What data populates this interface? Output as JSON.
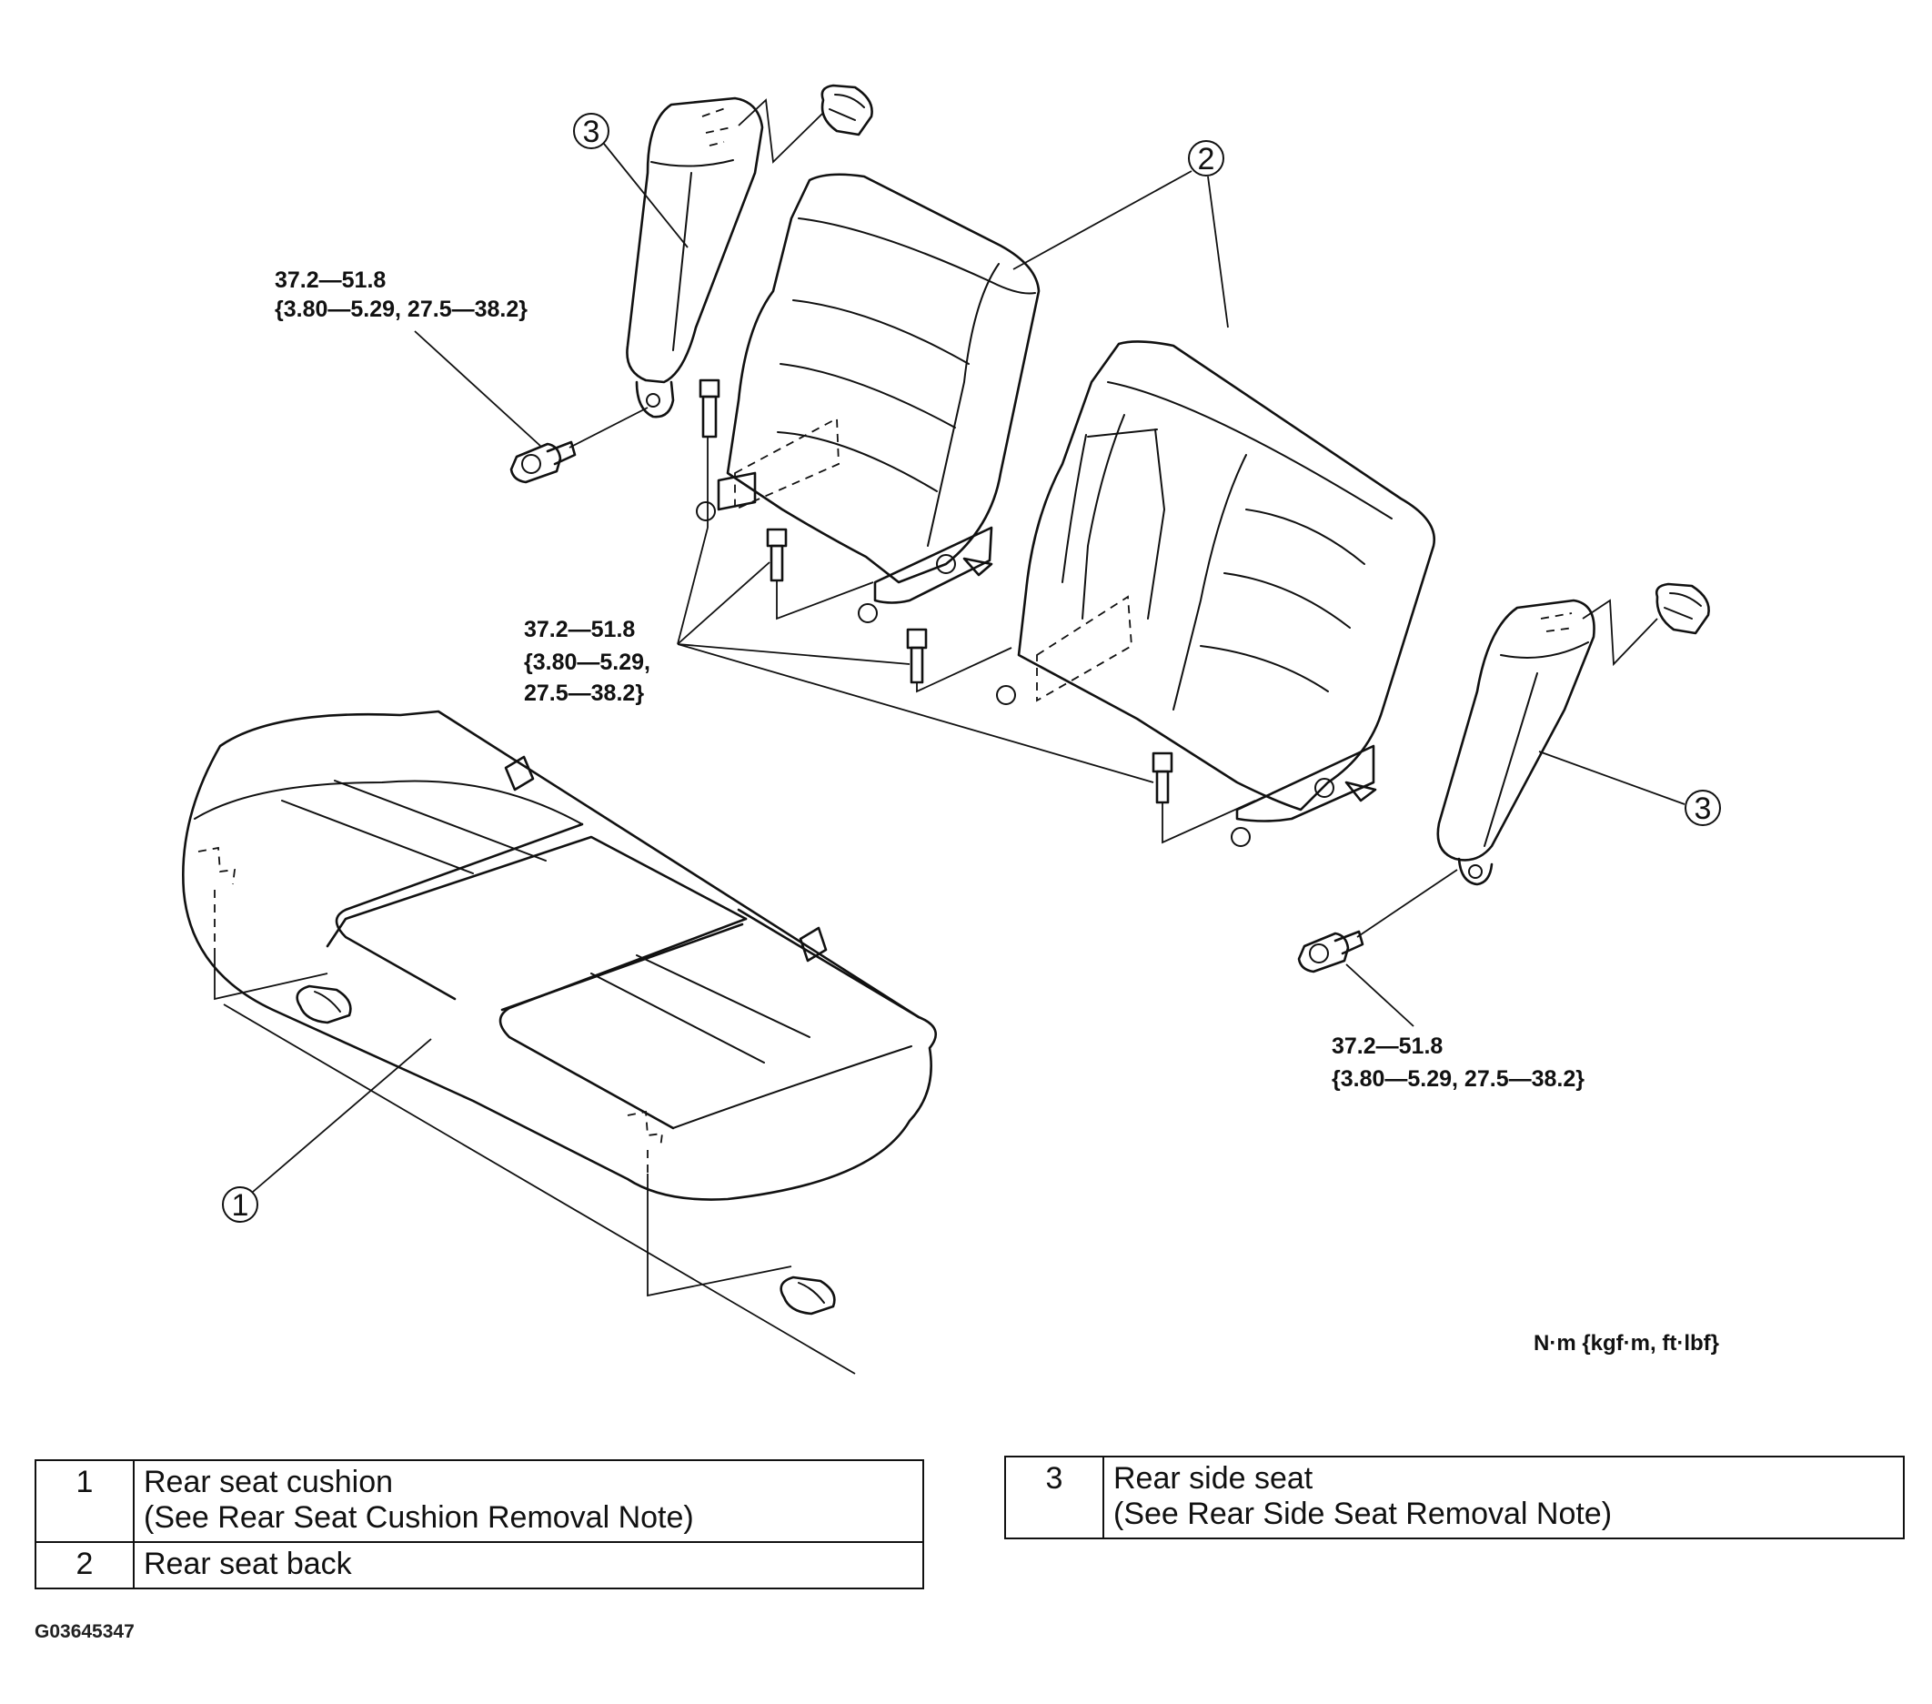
{
  "torque": {
    "side_top_1": "37.2—51.8",
    "side_top_2": "{3.80—5.29, 27.5—38.2}",
    "back_1": "37.2—51.8",
    "back_2": "{3.80—5.29,",
    "back_3": "27.5—38.2}",
    "side_right_1": "37.2—51.8",
    "side_right_2": "{3.80—5.29, 27.5—38.2}"
  },
  "callouts": {
    "one": "1",
    "two": "2",
    "three": "3"
  },
  "units": "N·m {kgf·m, ft·lbf}",
  "legend_left": [
    {
      "num": "1",
      "line1": "Rear seat cushion",
      "line2": "(See Rear Seat Cushion Removal Note)"
    },
    {
      "num": "2",
      "line1": "Rear seat back"
    }
  ],
  "legend_right": [
    {
      "num": "3",
      "line1": "Rear side seat",
      "line2": "(See Rear Side Seat Removal Note)"
    }
  ],
  "figure_id": "G03645347"
}
